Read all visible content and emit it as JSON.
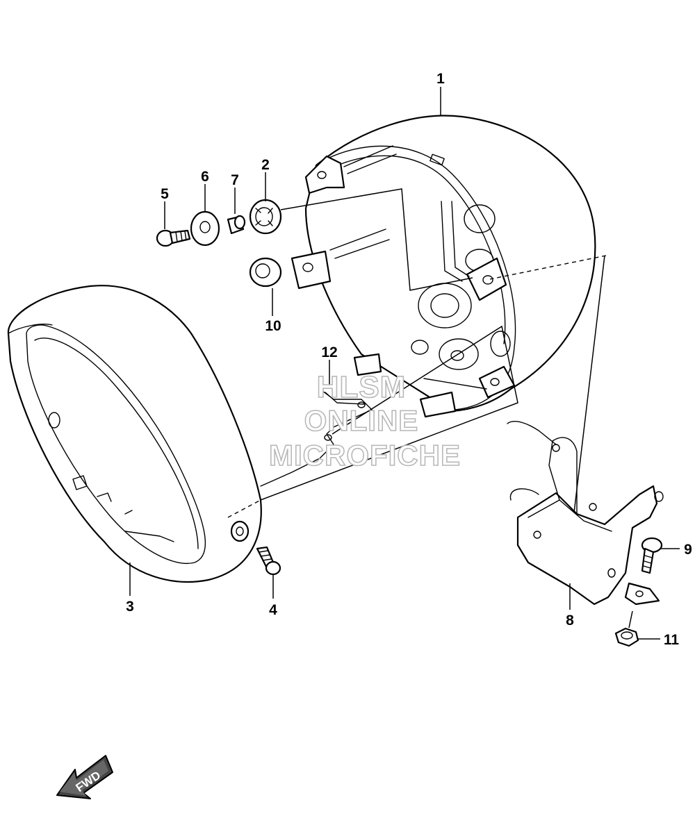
{
  "diagram": {
    "callouts": [
      "1",
      "2",
      "3",
      "4",
      "5",
      "6",
      "7",
      "8",
      "9",
      "10",
      "11",
      "12"
    ],
    "watermark": {
      "line1": "HLSM",
      "line2": "ONLINE",
      "line3": "MICROFICHE"
    },
    "fwd_label": "FWD",
    "colors": {
      "ink": "#000000",
      "background": "#ffffff",
      "watermark_outline": "#b8b8b8"
    }
  }
}
